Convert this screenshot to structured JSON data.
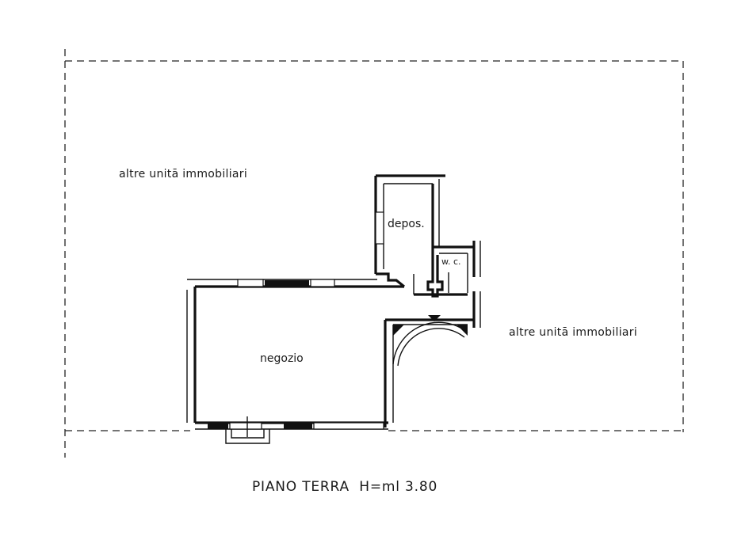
{
  "labels": {
    "other_units_left": "altre unitā immobiliari",
    "other_units_right": "altre unitā immobiliari",
    "room_deposit": "depos.",
    "room_wc": "w. c.",
    "room_shop": "negozio",
    "plan_title": "PIANO TERRA  H=ml 3.80"
  },
  "colors": {
    "ink": "#111111",
    "paper": "#ffffff"
  }
}
